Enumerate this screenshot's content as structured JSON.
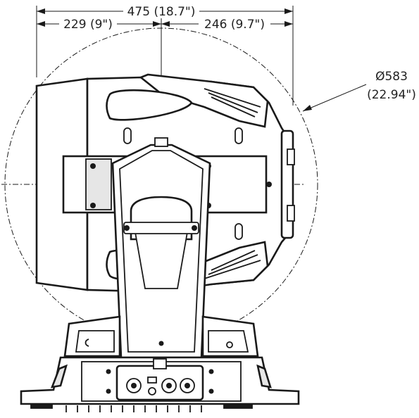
{
  "dimensions": {
    "overall_width": "475 (18.7\")",
    "left_width": "229 (9\")",
    "right_width": "246 (9.7\")",
    "diameter_mm": "Ø583",
    "diameter_in": "(22.94\")"
  },
  "colors": {
    "ink": "#1a1a1a",
    "background": "#ffffff"
  }
}
